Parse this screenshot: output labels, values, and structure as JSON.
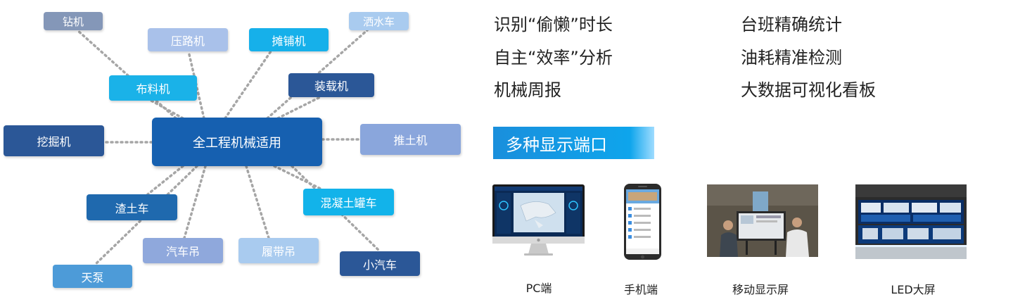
{
  "diagram": {
    "center": "全工程机械适用",
    "nodes": {
      "zuanji": "钻机",
      "yaluji": "压路机",
      "tanpuji": "摊铺机",
      "sashuiche": "洒水车",
      "buliaoji": "布料机",
      "zhuangzaiji": "装载机",
      "wajueji": "挖掘机",
      "tuituji": "推土机",
      "zhatuche": "渣土车",
      "hunningtu": "混凝土罐车",
      "qichediao": "汽车吊",
      "lvdaidiao": "履带吊",
      "xiaoqiche": "小汽车",
      "tianbeng": "天泵"
    }
  },
  "features": {
    "col1": [
      "识别“偷懒”时长",
      "自主“效率”分析",
      "机械周报"
    ],
    "col2": [
      "台班精确统计",
      "油耗精准检测",
      "大数据可视化看板"
    ]
  },
  "display": {
    "banner": "多种显示端口",
    "captions": {
      "pc": "PC端",
      "mobile": "手机端",
      "mobile_screen": "移动显示屏",
      "led": "LED大屏"
    }
  },
  "colors": {
    "dark_blue": "#2b5797",
    "mid_blue": "#1f69ae",
    "cyan": "#1ab2e8",
    "light_blue": "#9ab6e2",
    "pale_blue": "#a9cbef",
    "slate": "#8497b8",
    "sky": "#4d9bd8",
    "link": "#a6a6a6"
  }
}
